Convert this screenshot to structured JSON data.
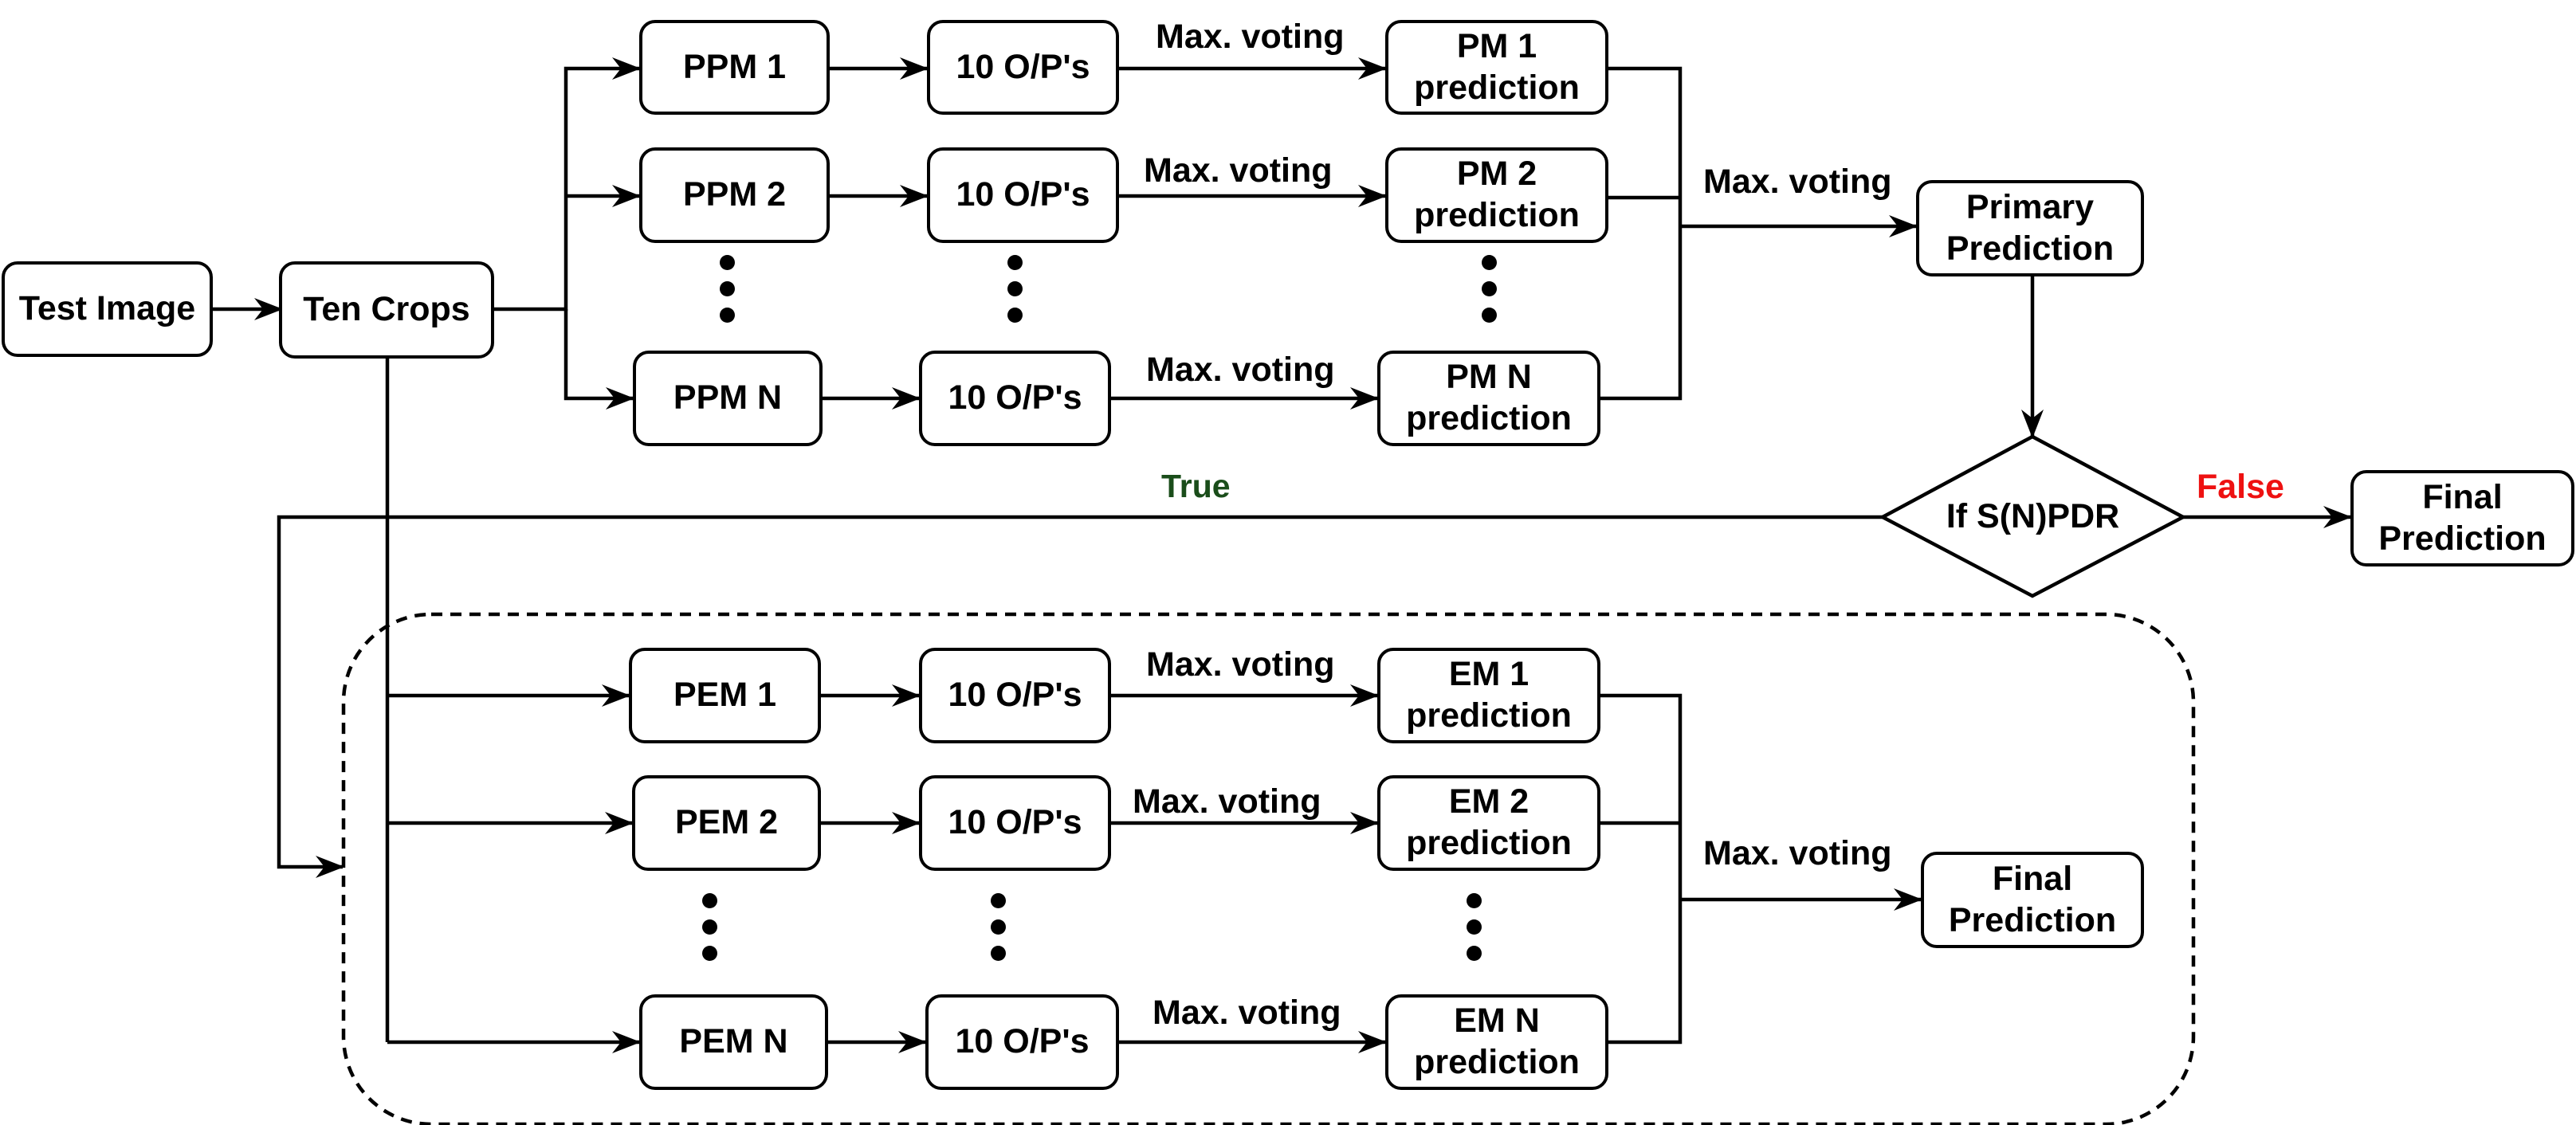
{
  "nodes": {
    "test_image": "Test Image",
    "ten_crops": "Ten Crops",
    "ppm_1": "PPM 1",
    "ppm_2": "PPM 2",
    "ppm_n": "PPM N",
    "op_ppm_1": "10 O/P's",
    "op_ppm_2": "10 O/P's",
    "op_ppm_n": "10 O/P's",
    "pm_1_prediction": "PM 1\nprediction",
    "pm_2_prediction": "PM 2\nprediction",
    "pm_n_prediction": "PM N\nprediction",
    "primary_prediction": "Primary\nPrediction",
    "decision": "If S(N)PDR",
    "final_prediction_top": "Final\nPrediction",
    "pem_1": "PEM 1",
    "pem_2": "PEM 2",
    "pem_n": "PEM N",
    "op_pem_1": "10 O/P's",
    "op_pem_2": "10 O/P's",
    "op_pem_n": "10 O/P's",
    "em_1_prediction": "EM 1\nprediction",
    "em_2_prediction": "EM 2\nprediction",
    "em_n_prediction": "EM N\nprediction",
    "final_prediction_bottom": "Final\nPrediction"
  },
  "edge_labels": {
    "voting_ppm_1": "Max. voting",
    "voting_ppm_2": "Max. voting",
    "voting_ppm_n": "Max. voting",
    "voting_primary": "Max. voting",
    "true": "True",
    "false": "False",
    "voting_pem_1": "Max. voting",
    "voting_pem_2": "Max. voting",
    "voting_pem_n": "Max. voting",
    "voting_final": "Max. voting"
  },
  "colors": {
    "true_label": "#1a4d1a",
    "false_label": "#ee1111"
  }
}
